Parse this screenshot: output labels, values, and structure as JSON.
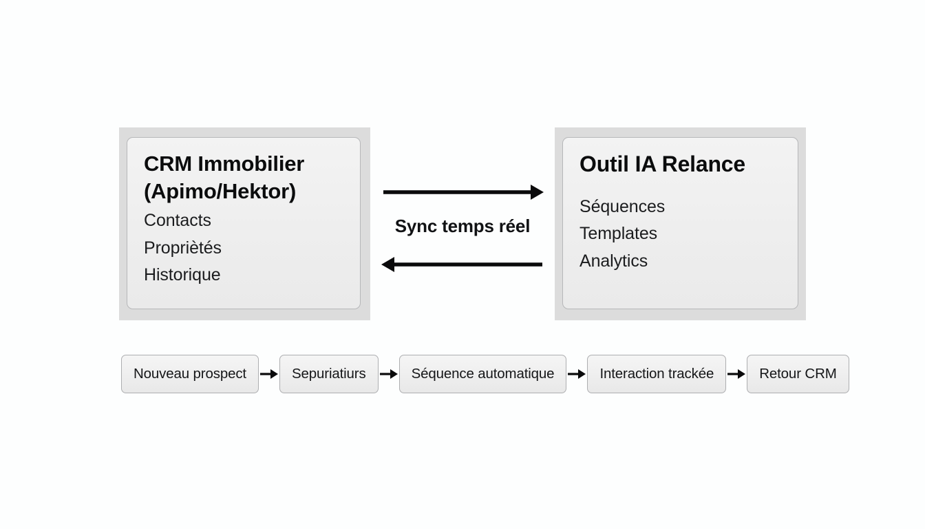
{
  "background_color": "#fdfefe",
  "panel_color": "#dcdcdc",
  "card_color": "#efefef",
  "border_color": "#b6b7b9",
  "text_color": "#111214",
  "systems": {
    "left": {
      "title": "CRM Immobilier (Apimo/Hektor)",
      "items": [
        {
          "label": "Contacts"
        },
        {
          "label": "Propriètés"
        },
        {
          "label": "Historique"
        }
      ]
    },
    "right": {
      "title": "Outil IA Relance",
      "items": [
        {
          "label": "Séquences"
        },
        {
          "label": "Templates"
        },
        {
          "label": "Analytics"
        }
      ]
    }
  },
  "sync": {
    "label": "Sync temps réel",
    "forward_direction": "right",
    "backward_direction": "left"
  },
  "flow": {
    "nodes": [
      {
        "label": "Nouveau prospect"
      },
      {
        "label": "Sepuriatiurs"
      },
      {
        "label": "Séquence automatique"
      },
      {
        "label": "Interaction trackée"
      },
      {
        "label": "Retour CRM"
      }
    ],
    "connector": "arrow-right-icon"
  }
}
